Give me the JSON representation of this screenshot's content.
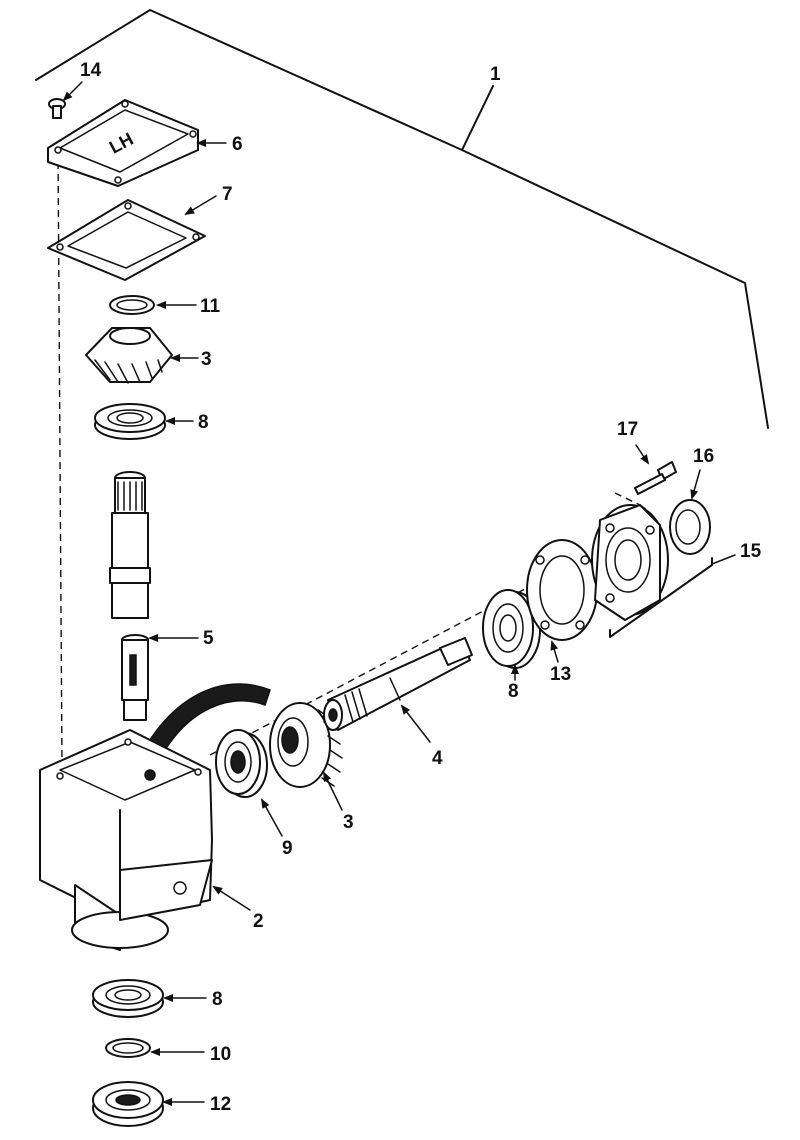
{
  "callouts": {
    "c1": "1",
    "c2": "2",
    "c3a": "3",
    "c3b": "3",
    "c4": "4",
    "c5": "5",
    "c6": "6",
    "c7": "7",
    "c8a": "8",
    "c8b": "8",
    "c8c": "8",
    "c9": "9",
    "c10": "10",
    "c11": "11",
    "c12": "12",
    "c13": "13",
    "c14": "14",
    "c15": "15",
    "c16": "16",
    "c17": "17"
  },
  "cover_marking": "LH"
}
